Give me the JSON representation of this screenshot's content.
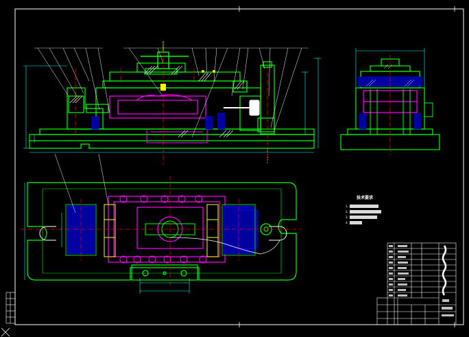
{
  "drawing": {
    "tech_requirements_title": "技术要求",
    "tech_requirements_items": [
      "1.",
      "2.",
      "3.",
      "4."
    ],
    "colors": {
      "background": "#000000",
      "outline": "#ffffff",
      "part_green": "#00ff00",
      "part_magenta": "#ff00ff",
      "part_blue": "#0000ff",
      "centerline_red": "#ff0000",
      "dimension_cyan": "#00ffff",
      "highlight_yellow": "#ffff00",
      "dark_blue": "#0000a0"
    },
    "icons": {
      "corner_mark": "x-mark-icon"
    }
  }
}
